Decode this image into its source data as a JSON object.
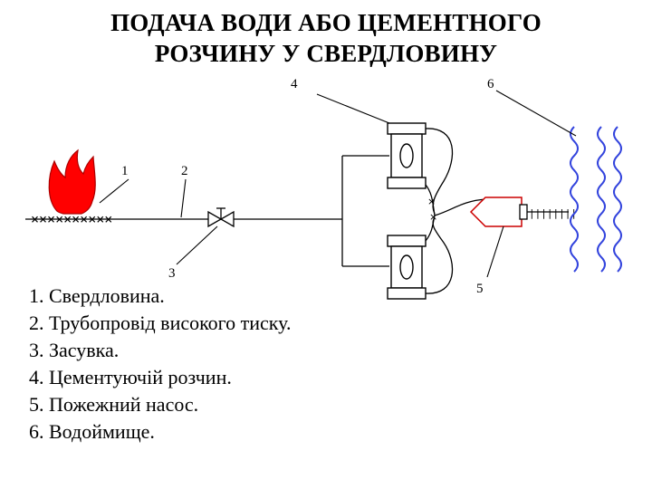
{
  "title": {
    "line1": "ПОДАЧА ВОДИ АБО ЦЕМЕНТНОГО",
    "line2": "РОЗЧИНУ У СВЕРДЛОВИНУ"
  },
  "callouts": {
    "n1": "1",
    "n2": "2",
    "n3": "3",
    "n4": "4",
    "n5": "5",
    "n6": "6"
  },
  "legend": [
    "1. Свердловина.",
    "2. Трубопровід високого тиску.",
    "3. Засувка.",
    "4. Цементуючій розчин.",
    "5. Пожежний насос.",
    "6. Водоймище."
  ],
  "colors": {
    "fire": "#ff0000",
    "pump_outline": "#cc0000",
    "water": "#3344dd",
    "line": "#000000"
  }
}
